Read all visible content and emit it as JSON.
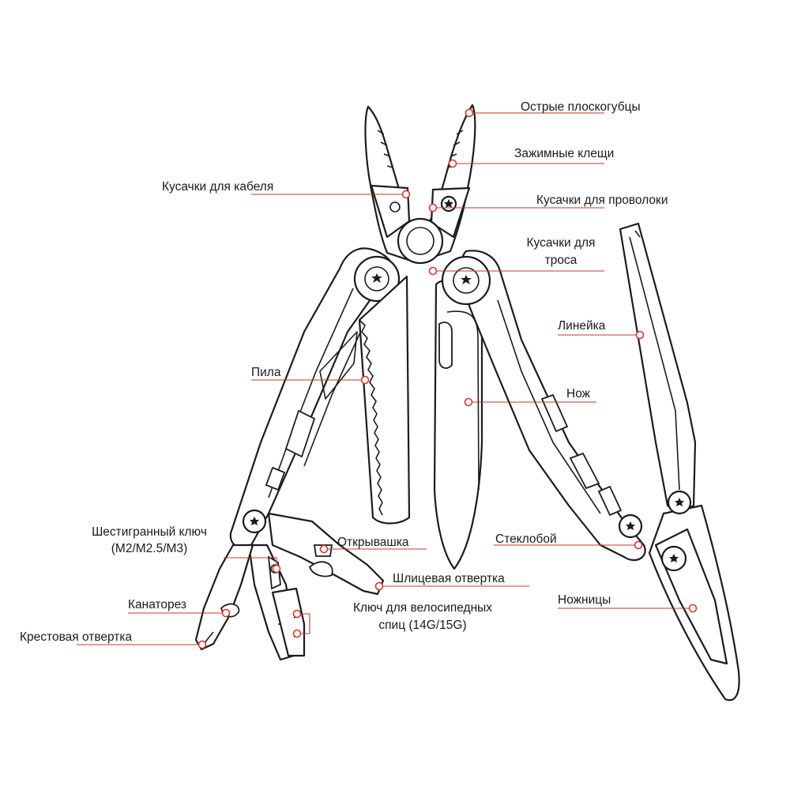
{
  "labels": {
    "sharp_pliers": "Острые плоскогубцы",
    "clamp_pliers": "Зажимные клещи",
    "cable_cutter": "Кусачки для кабеля",
    "wire_cutter": "Кусачки для проволоки",
    "rope_cutter_line1": "Кусачки для",
    "rope_cutter_line2": "троса",
    "ruler": "Линейка",
    "saw": "Пила",
    "knife": "Нож",
    "hex_key_line1": "Шестигранный ключ",
    "hex_key_line2": "(M2/M2.5/M3)",
    "bottle_opener": "Открывашка",
    "glass_breaker": "Стеклобой",
    "flat_screwdriver": "Шлицевая отвертка",
    "rope_cutter_hook": "Канаторез",
    "spoke_key_line1": "Ключ для велосипедных",
    "spoke_key_line2": "спиц (14G/15G)",
    "scissors": "Ножницы",
    "phillips_screwdriver": "Крестовая отвертка"
  },
  "colors": {
    "leader": "#c0392b",
    "outline": "#1c1c1c",
    "background": "#ffffff"
  },
  "icons": {
    "pivot": "torx-star-screw-icon"
  }
}
